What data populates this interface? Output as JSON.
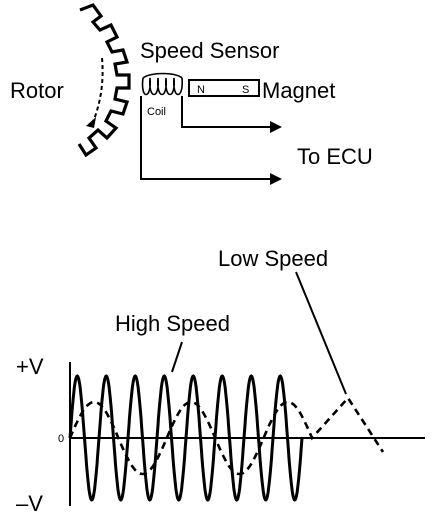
{
  "labels": {
    "speed_sensor": "Speed Sensor",
    "rotor": "Rotor",
    "coil": "Coil",
    "magnet_n": "N",
    "magnet_s": "S",
    "magnet": "Magnet",
    "to_ecu": "To ECU",
    "low_speed": "Low Speed",
    "high_speed": "High Speed",
    "plus_v": "+V",
    "minus_v": "–V",
    "zero": "0"
  },
  "colors": {
    "ink": "#000000",
    "background": "#ffffff"
  },
  "waveforms": {
    "high_speed": {
      "style": "solid",
      "cycles": 8
    },
    "low_speed": {
      "style": "dashed",
      "cycles": 3,
      "ends_with": "triangular spike"
    }
  }
}
